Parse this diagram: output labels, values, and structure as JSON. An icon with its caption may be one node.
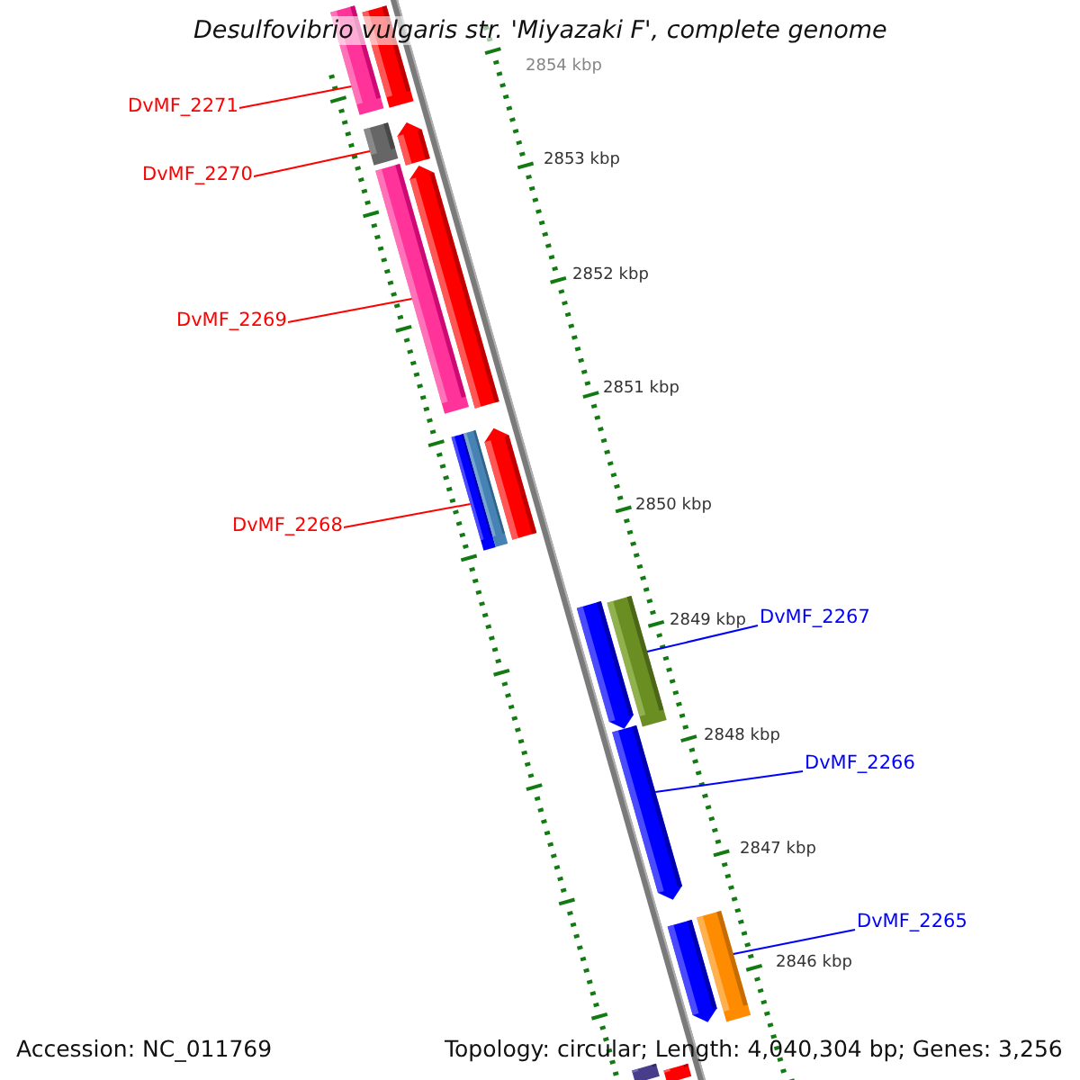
{
  "diagram": {
    "title": "Desulfovibrio vulgaris str. 'Miyazaki F', complete genome",
    "nodes": [
      {
        "text": [
          "DvMF_2271"
        ]
      },
      {
        "text": [],
        "shape": "bar"
      },
      {
        "text": [
          "DvMF_2270"
        ]
      },
      {
        "text": [],
        "shape": "bar"
      },
      {
        "text": [
          "DvMF_2269"
        ]
      },
      {
        "text": [],
        "shape": "bar"
      },
      {
        "text": [
          "DvMF_2268"
        ]
      },
      {
        "text": [],
        "shape": "bar"
      },
      {
        "text": [
          "DvMF_2267"
        ]
      },
      {
        "text": [],
        "shape": "bar"
      },
      {
        "text": [
          "DvMF_2266"
        ]
      },
      {
        "text": [],
        "shape": "arrow"
      },
      {
        "text": [
          "DvMF_2265"
        ]
      },
      {
        "text": [],
        "shape": "bar"
      },
      {
        "text": [],
        "shape": "bar"
      },
      {
        "text": [],
        "shape": "arrow"
      },
      {
        "text": [],
        "shape": "arrow"
      },
      {
        "text": [],
        "shape": "bar"
      },
      {
        "text": [],
        "shape": "arrow"
      },
      {
        "text": [],
        "shape": "arrow"
      },
      {
        "text": [],
        "shape": "arrow"
      },
      {
        "text": [],
        "shape": "bar"
      },
      {
        "text": [],
        "shape": "bar"
      }
    ],
    "edges": [
      {
        "from": 0,
        "to": 1,
        "arrow": "none"
      },
      {
        "from": 2,
        "to": 3,
        "arrow": "none"
      },
      {
        "from": 4,
        "to": 5,
        "arrow": "none"
      },
      {
        "from": 6,
        "to": 7,
        "arrow": "none"
      },
      {
        "from": 8,
        "to": 9,
        "arrow": "none",
        "color": "#0000ff"
      },
      {
        "from": 10,
        "to": 11,
        "arrow": "none",
        "color": "#0000ff"
      },
      {
        "from": 12,
        "to": 13,
        "arrow": "none",
        "color": "#0000ff"
      }
    ],
    "labels": [
      "2854 kbp",
      "2853 kbp",
      "2852 kbp",
      "2851 kbp",
      "2850 kbp",
      "2849 kbp",
      "2848 kbp",
      "2847 kbp",
      "2846 kbp",
      "Accession: NC_011769",
      "Topology: circular; Length: 4,040,304 bp; Genes: 3,256"
    ]
  }
}
